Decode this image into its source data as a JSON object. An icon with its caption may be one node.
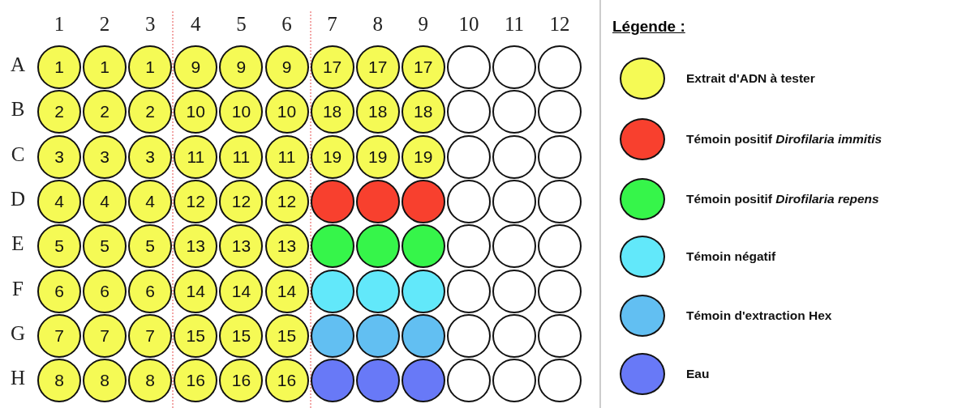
{
  "diagram": {
    "nodes": [
      {
        "text": [
          "1"
        ]
      },
      {
        "text": [
          "1"
        ]
      },
      {
        "text": [
          "1"
        ]
      },
      {
        "text": [
          "9"
        ]
      },
      {
        "text": [
          "9"
        ]
      },
      {
        "text": [
          "9"
        ]
      },
      {
        "text": [
          "17"
        ]
      },
      {
        "text": [
          "17"
        ]
      },
      {
        "text": [
          "17"
        ]
      },
      {
        "text": [],
        "shape": "circle"
      },
      {
        "text": [],
        "shape": "circle"
      },
      {
        "text": [],
        "shape": "circle"
      },
      {
        "text": [
          "2"
        ]
      },
      {
        "text": [
          "2"
        ]
      },
      {
        "text": [
          "2"
        ]
      },
      {
        "text": [
          "10"
        ]
      },
      {
        "text": [
          "10"
        ]
      },
      {
        "text": [
          "10"
        ]
      },
      {
        "text": [
          "18"
        ]
      },
      {
        "text": [
          "18"
        ]
      },
      {
        "text": [
          "18"
        ]
      },
      {
        "text": [],
        "shape": "circle"
      },
      {
        "text": [],
        "shape": "circle"
      },
      {
        "text": [],
        "shape": "circle"
      },
      {
        "text": [
          "3"
        ]
      },
      {
        "text": [
          "3"
        ]
      },
      {
        "text": [
          "3"
        ]
      },
      {
        "text": [
          "11"
        ]
      },
      {
        "text": [
          "11"
        ]
      },
      {
        "text": [
          "11"
        ]
      },
      {
        "text": [
          "19"
        ]
      },
      {
        "text": [
          "19"
        ]
      },
      {
        "text": [
          "19"
        ]
      },
      {
        "text": [],
        "shape": "circle"
      },
      {
        "text": [],
        "shape": "circle"
      },
      {
        "text": [],
        "shape": "circle"
      },
      {
        "text": [
          "4"
        ]
      },
      {
        "text": [
          "4"
        ]
      },
      {
        "text": [
          "4"
        ]
      },
      {
        "text": [
          "12"
        ]
      },
      {
        "text": [
          "12"
        ]
      },
      {
        "text": [
          "12"
        ]
      },
      {
        "text": [],
        "shape": "circle"
      },
      {
        "text": [],
        "shape": "circle"
      },
      {
        "text": [],
        "shape": "circle"
      },
      {
        "text": [],
        "shape": "circle"
      },
      {
        "text": [],
        "shape": "circle"
      },
      {
        "text": [],
        "shape": "circle"
      },
      {
        "text": [
          "5"
        ]
      },
      {
        "text": [
          "5"
        ]
      },
      {
        "text": [
          "5"
        ]
      },
      {
        "text": [
          "13"
        ]
      },
      {
        "text": [
          "13"
        ]
      },
      {
        "text": [
          "13"
        ]
      },
      {
        "text": [],
        "shape": "circle"
      },
      {
        "text": [],
        "shape": "circle"
      },
      {
        "text": [],
        "shape": "circle"
      },
      {
        "text": [],
        "shape": "circle"
      },
      {
        "text": [],
        "shape": "circle"
      },
      {
        "text": [],
        "shape": "circle"
      },
      {
        "text": [
          "6"
        ]
      },
      {
        "text": [
          "6"
        ]
      },
      {
        "text": [
          "6"
        ]
      },
      {
        "text": [
          "14"
        ]
      },
      {
        "text": [
          "14"
        ]
      },
      {
        "text": [
          "14"
        ]
      },
      {
        "text": [],
        "shape": "circle"
      },
      {
        "text": [],
        "shape": "circle"
      },
      {
        "text": [],
        "shape": "circle"
      },
      {
        "text": [],
        "shape": "circle"
      },
      {
        "text": [],
        "shape": "circle"
      },
      {
        "text": [],
        "shape": "circle"
      },
      {
        "text": [
          "7"
        ]
      },
      {
        "text": [
          "7"
        ]
      },
      {
        "text": [
          "7"
        ]
      },
      {
        "text": [
          "15"
        ]
      },
      {
        "text": [
          "15"
        ]
      },
      {
        "text": [
          "15"
        ]
      },
      {
        "text": [],
        "shape": "circle"
      },
      {
        "text": [],
        "shape": "circle"
      },
      {
        "text": [],
        "shape": "circle"
      },
      {
        "text": [],
        "shape": "circle"
      },
      {
        "text": [],
        "shape": "circle"
      },
      {
        "text": [],
        "shape": "circle"
      },
      {
        "text": [
          "8"
        ]
      },
      {
        "text": [
          "8"
        ]
      },
      {
        "text": [
          "8"
        ]
      },
      {
        "text": [
          "16"
        ]
      },
      {
        "text": [
          "16"
        ]
      },
      {
        "text": [
          "16"
        ]
      },
      {
        "text": [],
        "shape": "circle"
      },
      {
        "text": [],
        "shape": "circle"
      },
      {
        "text": [],
        "shape": "circle"
      },
      {
        "text": [],
        "shape": "circle"
      },
      {
        "text": [],
        "shape": "circle"
      },
      {
        "text": [],
        "shape": "circle"
      }
    ],
    "labels": [
      "1",
      "2",
      "3",
      "4",
      "5",
      "6",
      "7",
      "8",
      "9",
      "10",
      "11",
      "12",
      "A",
      "B",
      "C",
      "D",
      "E",
      "F",
      "G",
      "H",
      "Légende :"
    ],
    "legend": [
      {
        "text": "Extrait d'ADN à tester",
        "color": "#f5fa55"
      },
      {
        "text": "Témoin positif *Dirofilaria immitis*",
        "color": "#f8402e"
      },
      {
        "text": "Témoin positif *Dirofilaria repens*",
        "color": "#36f54a"
      },
      {
        "text": "Témoin négatif",
        "color": "#62e8fa"
      },
      {
        "text": "Témoin d'extraction Hex",
        "color": "#62bff2"
      },
      {
        "text": "Eau",
        "color": "#6879f7"
      }
    ]
  }
}
